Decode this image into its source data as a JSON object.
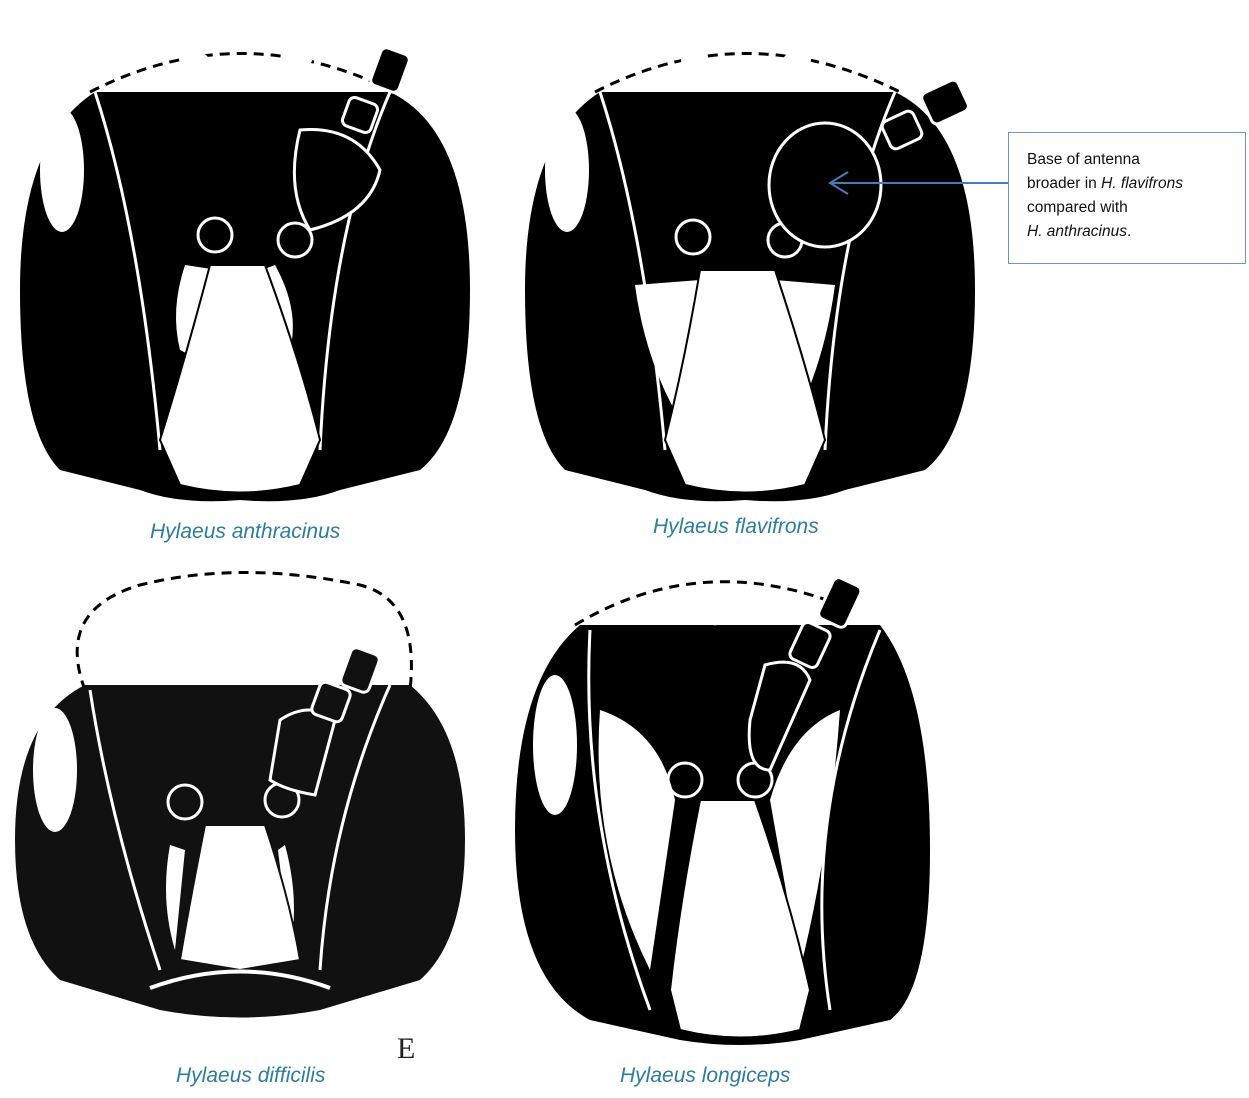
{
  "panels": [
    {
      "caption": "Hylaeus anthracinus",
      "letter": ""
    },
    {
      "caption": "Hylaeus flavifrons",
      "letter": ""
    },
    {
      "caption": "Hylaeus difficilis",
      "letter": "E"
    },
    {
      "caption": "Hylaeus longiceps",
      "letter": ""
    }
  ],
  "callout": {
    "line1": "Base of antenna",
    "line2_prefix": "broader in ",
    "line2_italic": "H. flavifrons",
    "line3": "compared with",
    "line4_italic": "H. anthracinus",
    "line4_suffix": "."
  },
  "colors": {
    "caption": "#2e7d9c",
    "callout_border": "#6d95c8",
    "arrow": "#4a7ab8",
    "ink": "#000000"
  }
}
